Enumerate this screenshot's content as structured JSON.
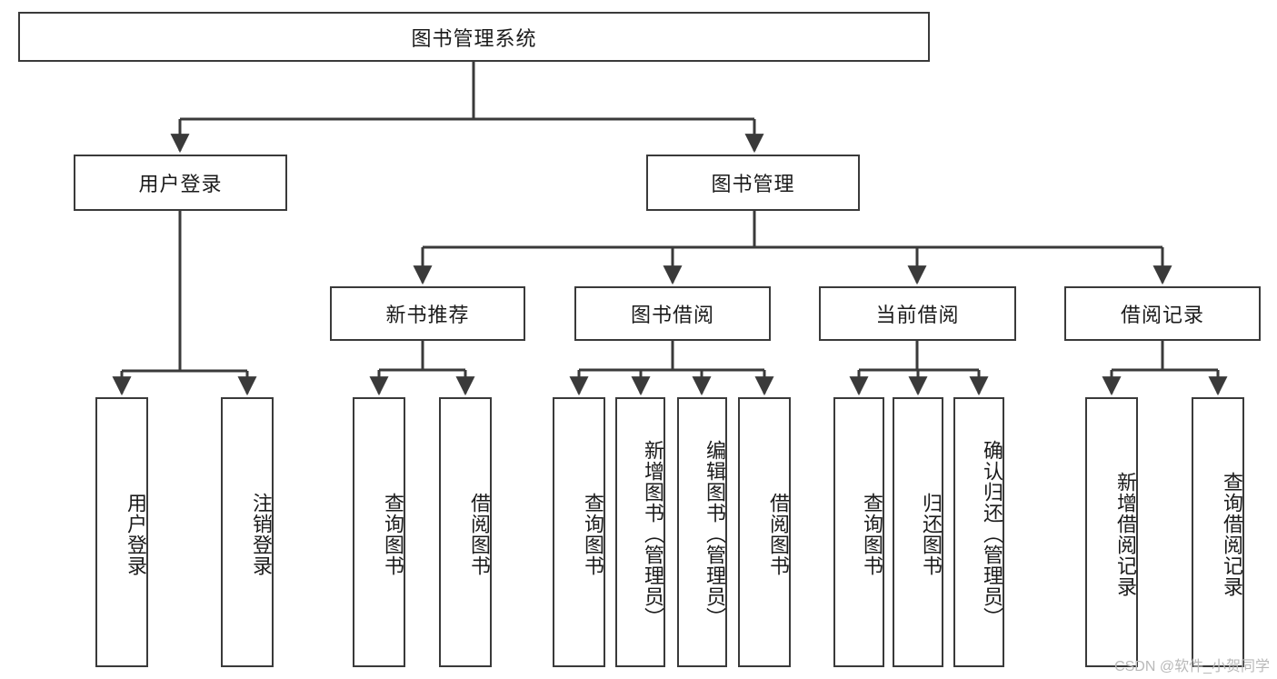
{
  "diagram": {
    "type": "tree-hierarchy",
    "title": "图书管理系统",
    "watermark": "CSDN @软件_小贺同学",
    "colors": {
      "box_border": "#3a3a3a",
      "box_fill": "#ffffff",
      "connector": "#3a3a3a",
      "text": "#1b1b1b",
      "watermark": "#b9b9b9"
    },
    "root": {
      "label": "图书管理系统"
    },
    "level1": [
      {
        "label": "用户登录"
      },
      {
        "label": "图书管理"
      }
    ],
    "level2": [
      {
        "label": "新书推荐"
      },
      {
        "label": "图书借阅"
      },
      {
        "label": "当前借阅"
      },
      {
        "label": "借阅记录"
      }
    ],
    "leaves": {
      "user_login": [
        {
          "label": "用户登录"
        },
        {
          "label": "注销登录"
        }
      ],
      "new_book_recommend": [
        {
          "label": "查询图书"
        },
        {
          "label": "借阅图书"
        }
      ],
      "book_borrow": [
        {
          "label": "查询图书"
        },
        {
          "label": "新增图书（管理员）"
        },
        {
          "label": "编辑图书（管理员）"
        },
        {
          "label": "借阅图书"
        }
      ],
      "current_borrow": [
        {
          "label": "查询图书"
        },
        {
          "label": "归还图书"
        },
        {
          "label": "确认归还（管理员）"
        }
      ],
      "borrow_record": [
        {
          "label": "新增借阅记录"
        },
        {
          "label": "查询借阅记录"
        }
      ]
    }
  }
}
